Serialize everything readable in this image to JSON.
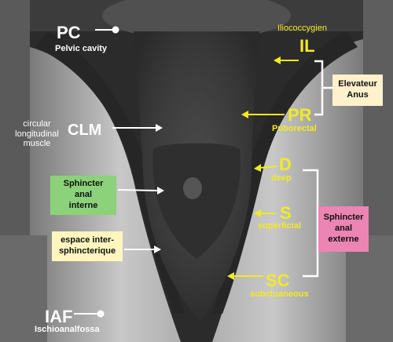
{
  "labels": {
    "pc_abbr": "PC",
    "pc_full": "Pelvic cavity",
    "clm_desc": "circular\nlongitudinal\nmuscle",
    "clm_abbr": "CLM",
    "iaf_abbr": "IAF",
    "iaf_full": "Ischioanalfossa",
    "il_full": "Iliococcygien",
    "il_abbr": "IL",
    "pr_abbr": "PR",
    "pr_full": "Puborectal",
    "d_abbr": "D",
    "d_full": "deep",
    "s_abbr": "S",
    "s_full": "superficial",
    "sc_abbr": "SC",
    "sc_full": "subctuaneous"
  },
  "boxes": {
    "elevateur": "Elevateur\nAnus",
    "sphincter_externe": "Sphincter\nanal\nexterne",
    "sphincter_interne": "Sphincter\nanal\ninterne",
    "espace": "espace inter-\nsphincterique"
  },
  "colors": {
    "yellow": "#f2ea24",
    "white": "#ffffff",
    "box_elevateur": "#fff1cc",
    "box_externe": "#ec85b3",
    "box_interne": "#8bd27a",
    "box_espace": "#fff6bf"
  }
}
